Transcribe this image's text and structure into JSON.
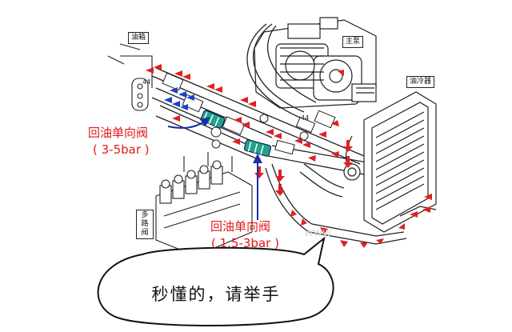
{
  "labels": {
    "oil_tank": "油箱",
    "main_pump": "主泵",
    "oil_cooler": "油冷器",
    "multi_valve_line1": "多路",
    "multi_valve_line2": "阀",
    "part_number_1": "44",
    "part_number_2": "44"
  },
  "callouts": {
    "check_valve_1_title": "回油单向阀",
    "check_valve_1_pressure": "( 3-5bar )",
    "check_valve_2_title": "回油单向阀",
    "check_valve_2_pressure": "( 1.5-3bar )"
  },
  "bubble": {
    "text": "秒懂的，请举手"
  },
  "watermark": "www",
  "colors": {
    "flow_arrow_red": "#e02020",
    "flow_arrow_blue": "#1c3fd0",
    "check_valve_teal": "#22a38a",
    "callout_text": "#e01818",
    "pointer_line": "#1a2fa8"
  }
}
